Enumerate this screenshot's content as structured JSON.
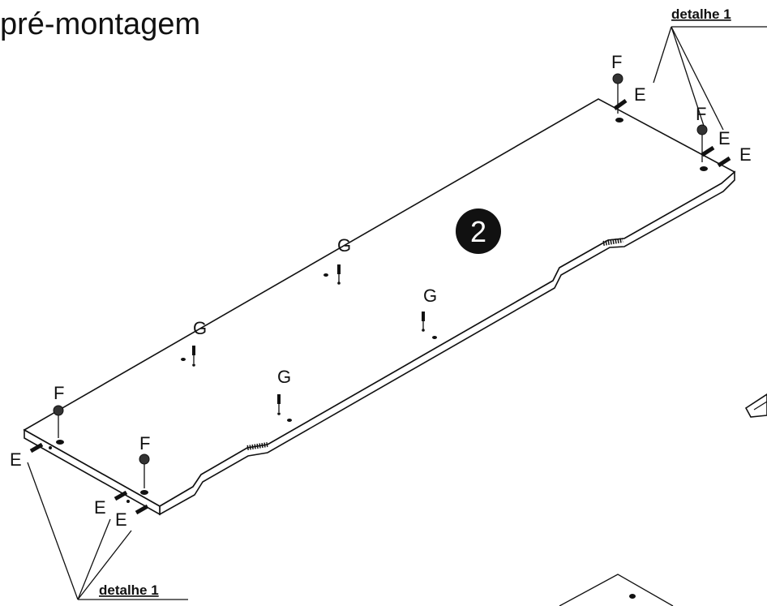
{
  "title": "pré-montagem",
  "step_number": "2",
  "detail_top": "detalhe 1",
  "detail_bottom": "detalhe 1",
  "labels": {
    "E": "E",
    "F": "F",
    "G": "G"
  }
}
